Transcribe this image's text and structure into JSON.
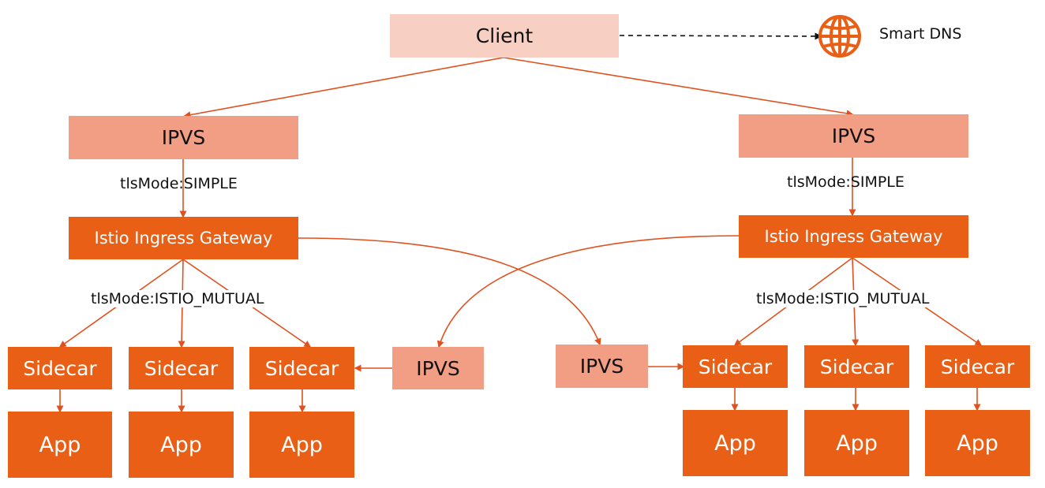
{
  "client": {
    "label": "Client"
  },
  "smart_dns": {
    "label": "Smart DNS",
    "icon": "globe-icon"
  },
  "left": {
    "ipvs_top": "IPVS",
    "tls_simple": "tlsMode:SIMPLE",
    "gateway": "Istio Ingress Gateway",
    "tls_mutual": "tlsMode:ISTIO_MUTUAL",
    "sidecars": [
      "Sidecar",
      "Sidecar",
      "Sidecar"
    ],
    "apps": [
      "App",
      "App",
      "App"
    ],
    "ipvs_cross": "IPVS"
  },
  "right": {
    "ipvs_top": "IPVS",
    "tls_simple": "tlsMode:SIMPLE",
    "gateway": "Istio Ingress Gateway",
    "tls_mutual": "tlsMode:ISTIO_MUTUAL",
    "sidecars": [
      "Sidecar",
      "Sidecar",
      "Sidecar"
    ],
    "apps": [
      "App",
      "App",
      "App"
    ],
    "ipvs_cross": "IPVS"
  },
  "colors": {
    "edge": "#e0511d",
    "dashed_edge": "#111111",
    "client_fill": "#f7cfc3",
    "ipvs_fill": "#f19e85",
    "node_fill": "#e95f16"
  }
}
